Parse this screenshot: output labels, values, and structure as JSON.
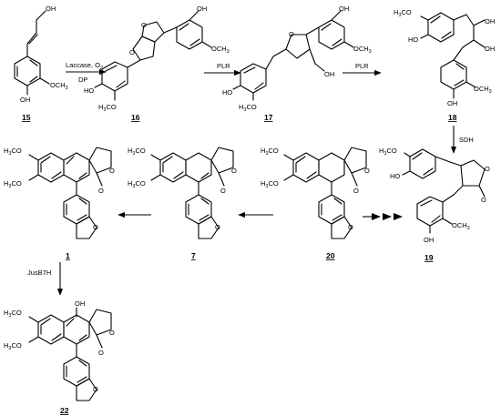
{
  "compounds": {
    "c15": "15",
    "c16": "16",
    "c17": "17",
    "c18": "18",
    "c19": "19",
    "c20": "20",
    "c7": "7",
    "c1": "1",
    "c22": "22"
  },
  "arrows": {
    "a1_line1": "Laccase, O",
    "a1_sub": "2",
    "a1_line2": "DP",
    "a2": "PLR",
    "a3": "PLR",
    "a4": "SDH",
    "a8": "JusB7H"
  },
  "atoms": {
    "oh": "OH",
    "ho": "HO",
    "o": "O",
    "ome_r": "OCH",
    "ome_l": "H",
    "ome_c": "C",
    "ome_o": "O",
    "three": "3"
  }
}
